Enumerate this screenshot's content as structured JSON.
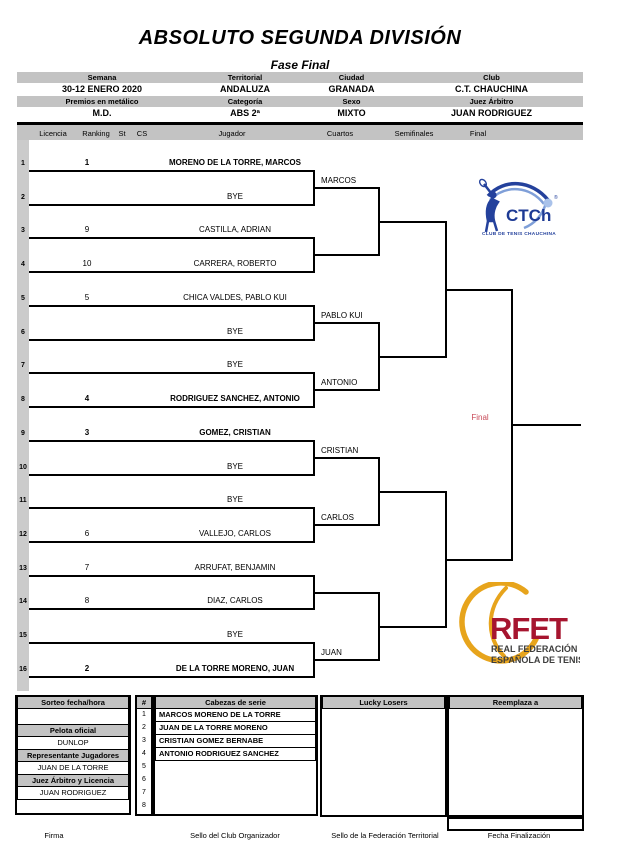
{
  "title": "ABSOLUTO SEGUNDA DIVISIÓN",
  "subtitle": "Fase Final",
  "info_table": {
    "rows": [
      {
        "cells": [
          "Semana",
          "Territorial",
          "Ciudad",
          "Club"
        ]
      },
      {
        "cells": [
          "30-12 ENERO 2020",
          "ANDALUZA",
          "GRANADA",
          "C.T. CHAUCHINA"
        ]
      },
      {
        "cells": [
          "Premios en metálico",
          "Categoría",
          "Sexo",
          "Juez Árbitro"
        ]
      },
      {
        "cells": [
          "M.D.",
          "ABS 2ª",
          "MIXTO",
          "JUAN RODRIGUEZ"
        ]
      }
    ]
  },
  "column_headers": [
    "Licencia",
    "Ranking",
    "St",
    "CS",
    "Jugador",
    "Cuartos",
    "Semifinales",
    "Final"
  ],
  "bracket": {
    "entries": [
      {
        "row": "1",
        "seed": "1",
        "name": "MORENO DE LA TORRE, MARCOS",
        "bold": true
      },
      {
        "row": "2",
        "seed": "",
        "name": "BYE",
        "bold": false
      },
      {
        "row": "3",
        "seed": "9",
        "name": "CASTILLA, ADRIAN",
        "bold": false
      },
      {
        "row": "4",
        "seed": "10",
        "name": "CARRERA, ROBERTO",
        "bold": false
      },
      {
        "row": "5",
        "seed": "5",
        "name": "CHICA VALDES, PABLO KUI",
        "bold": false
      },
      {
        "row": "6",
        "seed": "",
        "name": "BYE",
        "bold": false
      },
      {
        "row": "7",
        "seed": "",
        "name": "BYE",
        "bold": false
      },
      {
        "row": "8",
        "seed": "4",
        "name": "RODRIGUEZ SANCHEZ, ANTONIO",
        "bold": true
      },
      {
        "row": "9",
        "seed": "3",
        "name": "GOMEZ, CRISTIAN",
        "bold": true
      },
      {
        "row": "10",
        "seed": "",
        "name": "BYE",
        "bold": false
      },
      {
        "row": "11",
        "seed": "",
        "name": "BYE",
        "bold": false
      },
      {
        "row": "12",
        "seed": "6",
        "name": "VALLEJO, CARLOS",
        "bold": false
      },
      {
        "row": "13",
        "seed": "7",
        "name": "ARRUFAT, BENJAMIN",
        "bold": false
      },
      {
        "row": "14",
        "seed": "8",
        "name": "DIAZ, CARLOS",
        "bold": false
      },
      {
        "row": "15",
        "seed": "",
        "name": "BYE",
        "bold": false
      },
      {
        "row": "16",
        "seed": "2",
        "name": "DE LA TORRE MORENO, JUAN",
        "bold": true
      }
    ],
    "quarter_winners": [
      "MARCOS",
      "",
      "PABLO KUI",
      "ANTONIO",
      "CRISTIAN",
      "CARLOS",
      "",
      "JUAN"
    ],
    "final_label": "Final",
    "final_label_color": "#c84a58",
    "line_color": "#000000"
  },
  "logos": {
    "ctch": {
      "text": "CTCh",
      "registered": "®",
      "subtext": "CLUB DE TENIS CHAUCHINA",
      "navy": "#24419c",
      "light_blue": "#7f9fd8"
    },
    "rfet": {
      "text": "RFET",
      "subtext_line1": "REAL FEDERACIÓN",
      "subtext_line2": "ESPAÑOLA DE TENIS",
      "red": "#a6152f",
      "yellow": "#e7a41c",
      "gray": "#3d3d3c"
    }
  },
  "footer": {
    "left_box": [
      {
        "type": "header",
        "text": "Sorteo fecha/hora"
      },
      {
        "type": "value",
        "text": ""
      },
      {
        "type": "header",
        "text": "Pelota oficial"
      },
      {
        "type": "value",
        "text": "DUNLOP"
      },
      {
        "type": "header",
        "text": "Representante Jugadores"
      },
      {
        "type": "value",
        "text": "JUAN DE LA TORRE"
      },
      {
        "type": "header",
        "text": "Juez Árbitro y Licencia"
      },
      {
        "type": "value",
        "text": "JUAN RODRIGUEZ"
      }
    ],
    "seeds_table": {
      "hash_header": "#",
      "header": "Cabezas  de serie",
      "numbers": [
        "1",
        "2",
        "3",
        "4",
        "5",
        "6",
        "7",
        "8"
      ],
      "entries": [
        "MARCOS MORENO DE LA TORRE",
        "JUAN DE LA TORRE MORENO",
        "CRISTIAN GOMEZ BERNABE",
        "ANTONIO RODRIGUEZ SANCHEZ"
      ]
    },
    "lucky_losers_header": "Lucky Losers",
    "reemplaza_header": "Reemplaza a",
    "signature_labels": [
      "Firma",
      "Sello del Club Organizador",
      "Sello de la Federación Territorial",
      "Fecha Finalización"
    ]
  }
}
